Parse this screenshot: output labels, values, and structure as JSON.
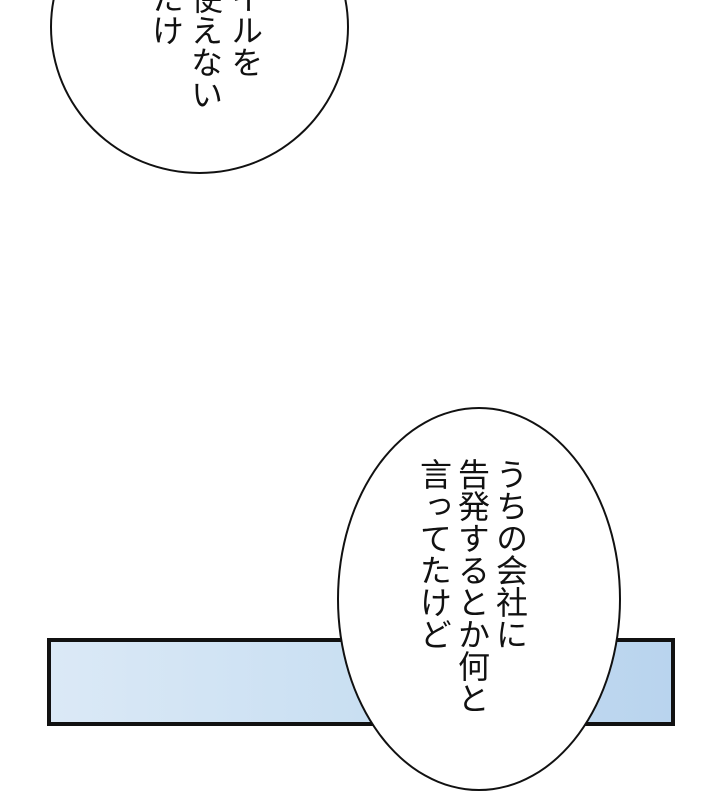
{
  "bubble_top": {
    "lines": [
      "イルを",
      "使えない",
      "たけ"
    ]
  },
  "bubble_bottom": {
    "lines": [
      "うちの会社に",
      "告発するとか何と",
      "言ってたけど"
    ]
  },
  "colors": {
    "panel_fill": "#c9dff2",
    "outline": "#111111"
  }
}
